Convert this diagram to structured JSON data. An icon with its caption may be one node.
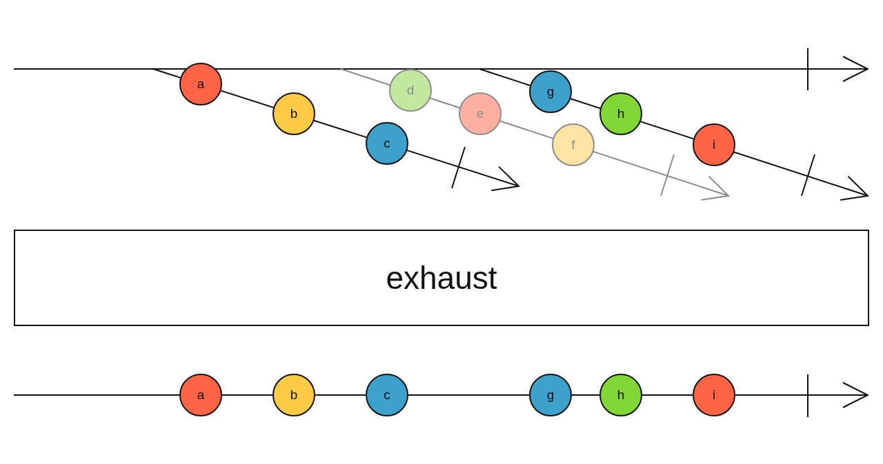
{
  "diagram": {
    "nodes": [
      {
        "text": [
          "a"
        ]
      },
      {
        "text": [
          "b"
        ]
      },
      {
        "text": [
          "c"
        ]
      },
      {
        "text": [
          "d"
        ]
      },
      {
        "text": [
          "e"
        ]
      },
      {
        "text": [
          "f"
        ]
      },
      {
        "text": [
          "g"
        ]
      },
      {
        "text": [
          "h"
        ]
      },
      {
        "text": [
          "i"
        ]
      },
      {
        "text": [
          "exhaust"
        ]
      },
      {
        "text": [
          "a"
        ]
      },
      {
        "text": [
          "b"
        ]
      },
      {
        "text": [
          "c"
        ]
      },
      {
        "text": [
          "g"
        ]
      },
      {
        "text": [
          "h"
        ]
      },
      {
        "text": [
          "i"
        ]
      }
    ]
  }
}
